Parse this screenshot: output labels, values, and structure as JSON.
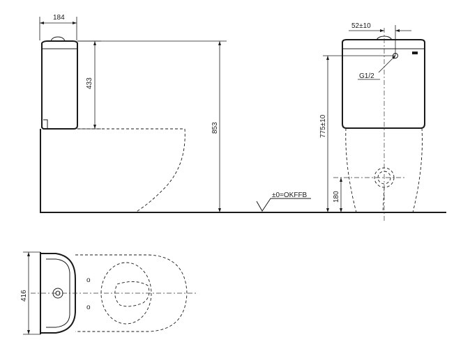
{
  "side_view": {
    "tank_depth": "184",
    "tank_height": "433",
    "total_height": "853"
  },
  "front_view": {
    "inlet_offset": "52±10",
    "inlet_thread": "G1/2",
    "inlet_height": "775±10",
    "outlet_height": "180",
    "floor_reference": "±0=OKFFB"
  },
  "top_view": {
    "width": "416"
  },
  "colors": {
    "line": "#1a1a1a",
    "background": "#ffffff"
  }
}
